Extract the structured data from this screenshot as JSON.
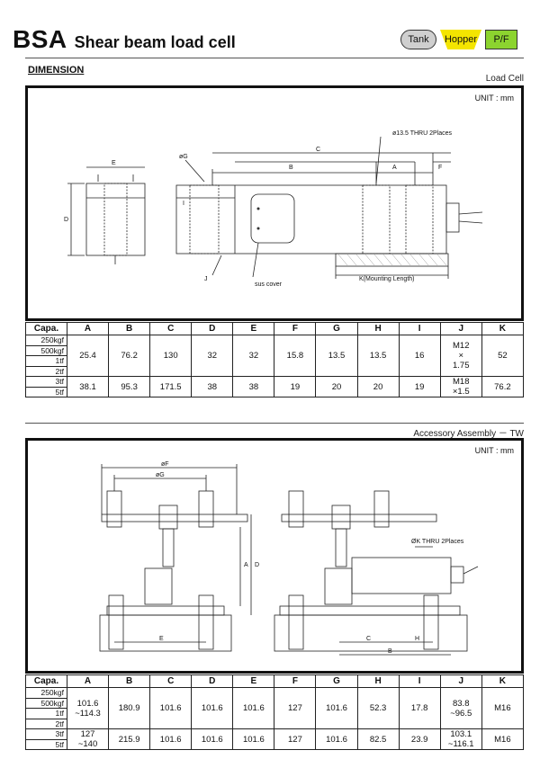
{
  "header": {
    "model": "BSA",
    "subtitle": "Shear beam load cell",
    "badges": {
      "tank": "Tank",
      "hopper": "Hopper",
      "pf": "P/F"
    }
  },
  "section_label": "DIMENSION",
  "load_cell": {
    "caption": "Load Cell",
    "unit": "UNIT : mm",
    "drawing_labels": {
      "E": "E",
      "D": "D",
      "G": "øG",
      "I": "I",
      "J": "J",
      "C": "C",
      "B": "B",
      "A": "A",
      "F": "F",
      "thru": "ø13.5 THRU 2Places",
      "cover": "sus cover",
      "K": "K(Mounting Length)"
    },
    "table": {
      "headers": [
        "Capa.",
        "A",
        "B",
        "C",
        "D",
        "E",
        "F",
        "G",
        "H",
        "I",
        "J",
        "K"
      ],
      "groups": [
        {
          "capas": [
            "250kgf",
            "500kgf",
            "1tf",
            "2tf"
          ],
          "values": [
            "25.4",
            "76.2",
            "130",
            "32",
            "32",
            "15.8",
            "13.5",
            "13.5",
            "16",
            "M12\n×\n1.75",
            "52"
          ]
        },
        {
          "capas": [
            "3tf",
            "5tf"
          ],
          "values": [
            "38.1",
            "95.3",
            "171.5",
            "38",
            "38",
            "19",
            "20",
            "20",
            "19",
            "M18\n×1.5",
            "76.2"
          ]
        }
      ]
    }
  },
  "accessory": {
    "caption": "Accessory Assembly － TW",
    "unit": "UNIT : mm",
    "drawing_labels": {
      "F": "øF",
      "G": "øG",
      "A": "A",
      "D": "D",
      "E": "E",
      "C": "C",
      "H": "H",
      "B": "B",
      "thru": "ØK THRU 2Places"
    },
    "table": {
      "headers": [
        "Capa.",
        "A",
        "B",
        "C",
        "D",
        "E",
        "F",
        "G",
        "H",
        "I",
        "J",
        "K"
      ],
      "groups": [
        {
          "capas": [
            "250kgf",
            "500kgf",
            "1tf",
            "2tf"
          ],
          "values": [
            "101.6\n~114.3",
            "180.9",
            "101.6",
            "101.6",
            "101.6",
            "127",
            "101.6",
            "52.3",
            "17.8",
            "83.8\n~96.5",
            "M16"
          ]
        },
        {
          "capas": [
            "3tf",
            "5tf"
          ],
          "values": [
            "127\n~140",
            "215.9",
            "101.6",
            "101.6",
            "101.6",
            "127",
            "101.6",
            "82.5",
            "23.9",
            "103.1\n~116.1",
            "M16"
          ]
        }
      ]
    }
  }
}
